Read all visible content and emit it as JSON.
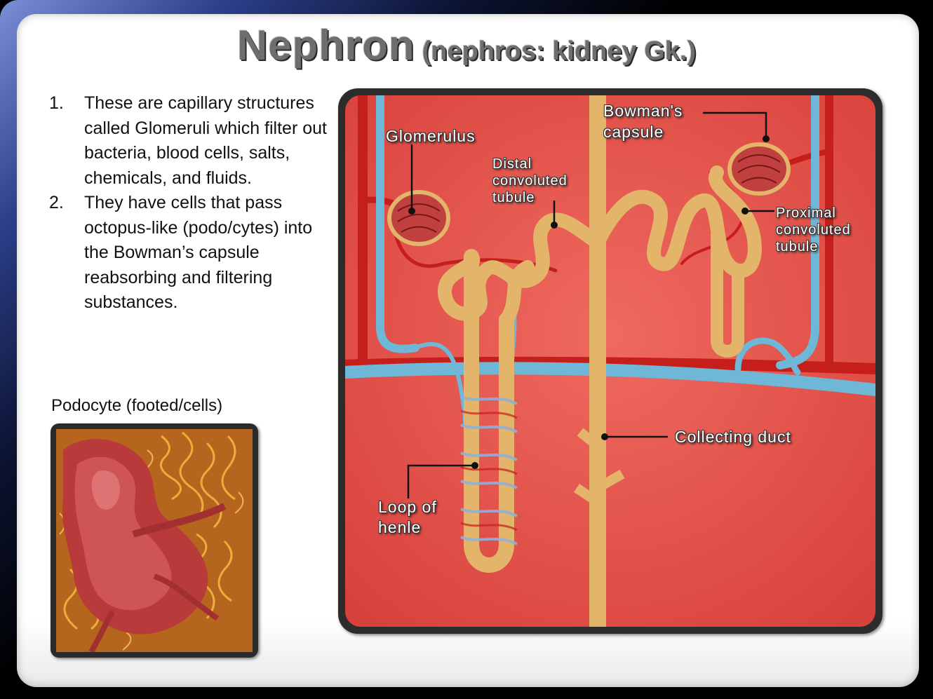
{
  "title": {
    "main": "Nephron",
    "sub": "(nephros: kidney Gk.)"
  },
  "points": [
    {
      "num": "1.",
      "text": "These are capillary structures called Glomeruli which filter out bacteria, blood cells, salts, chemicals, and fluids."
    },
    {
      "num": "2.",
      "text": "They have cells that pass octopus-like (podo/cytes) into the Bowman’s capsule reabsorbing and filtering substances."
    }
  ],
  "podocyte": {
    "caption": "Podocyte (footed/cells)"
  },
  "diagram": {
    "labels": {
      "glomerulus": "Glomerulus",
      "bowmans_1": "Bowman's",
      "bowmans_2": "capsule",
      "distal_1": "Distal",
      "distal_2": "convoluted",
      "distal_3": "tubule",
      "proximal_1": "Proximal",
      "proximal_2": "convoluted",
      "proximal_3": "tubule",
      "collecting": "Collecting duct",
      "loop_1": "Loop of",
      "loop_2": "henle"
    },
    "colors": {
      "tissue": "#e8544e",
      "artery": "#c41f1a",
      "vein": "#6fb7d6",
      "tubule": "#e3b56a"
    }
  }
}
